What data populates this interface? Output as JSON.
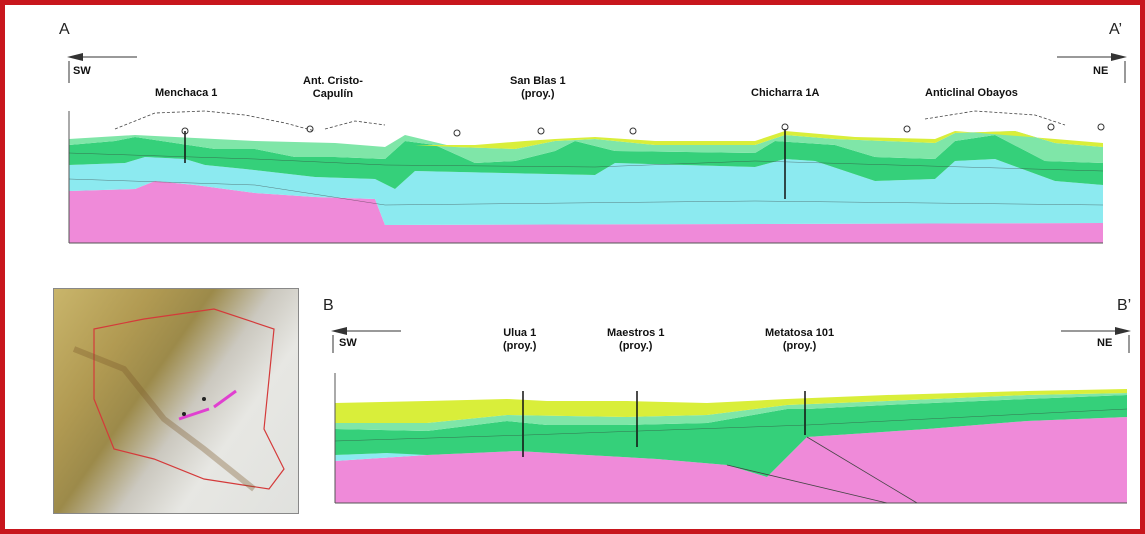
{
  "colors": {
    "frame": "#c8161d",
    "pink": "#ef8ad9",
    "cyan": "#8ceaf0",
    "green": "#35d07a",
    "lightgreen": "#7fe6a8",
    "yellow": "#d9ee3a"
  },
  "sectionA": {
    "start_label": "A",
    "end_label": "A’",
    "left_dir": "SW",
    "right_dir": "NE",
    "wells": [
      {
        "name": "Menchaca 1"
      },
      {
        "name": "Ant. Cristo-\nCapulín"
      },
      {
        "name": "San Blas 1\n(proy.)"
      },
      {
        "name": "Chicharra 1A"
      },
      {
        "name": "Anticlinal Obayos"
      }
    ]
  },
  "sectionB": {
    "start_label": "B",
    "end_label": "B’",
    "left_dir": "SW",
    "right_dir": "NE",
    "wells": [
      {
        "name": "Ulua 1\n(proy.)"
      },
      {
        "name": "Maestros 1\n(proy.)"
      },
      {
        "name": "Metatosa 101\n(proy.)"
      }
    ]
  },
  "map": {
    "icon": "location-map-icon"
  }
}
